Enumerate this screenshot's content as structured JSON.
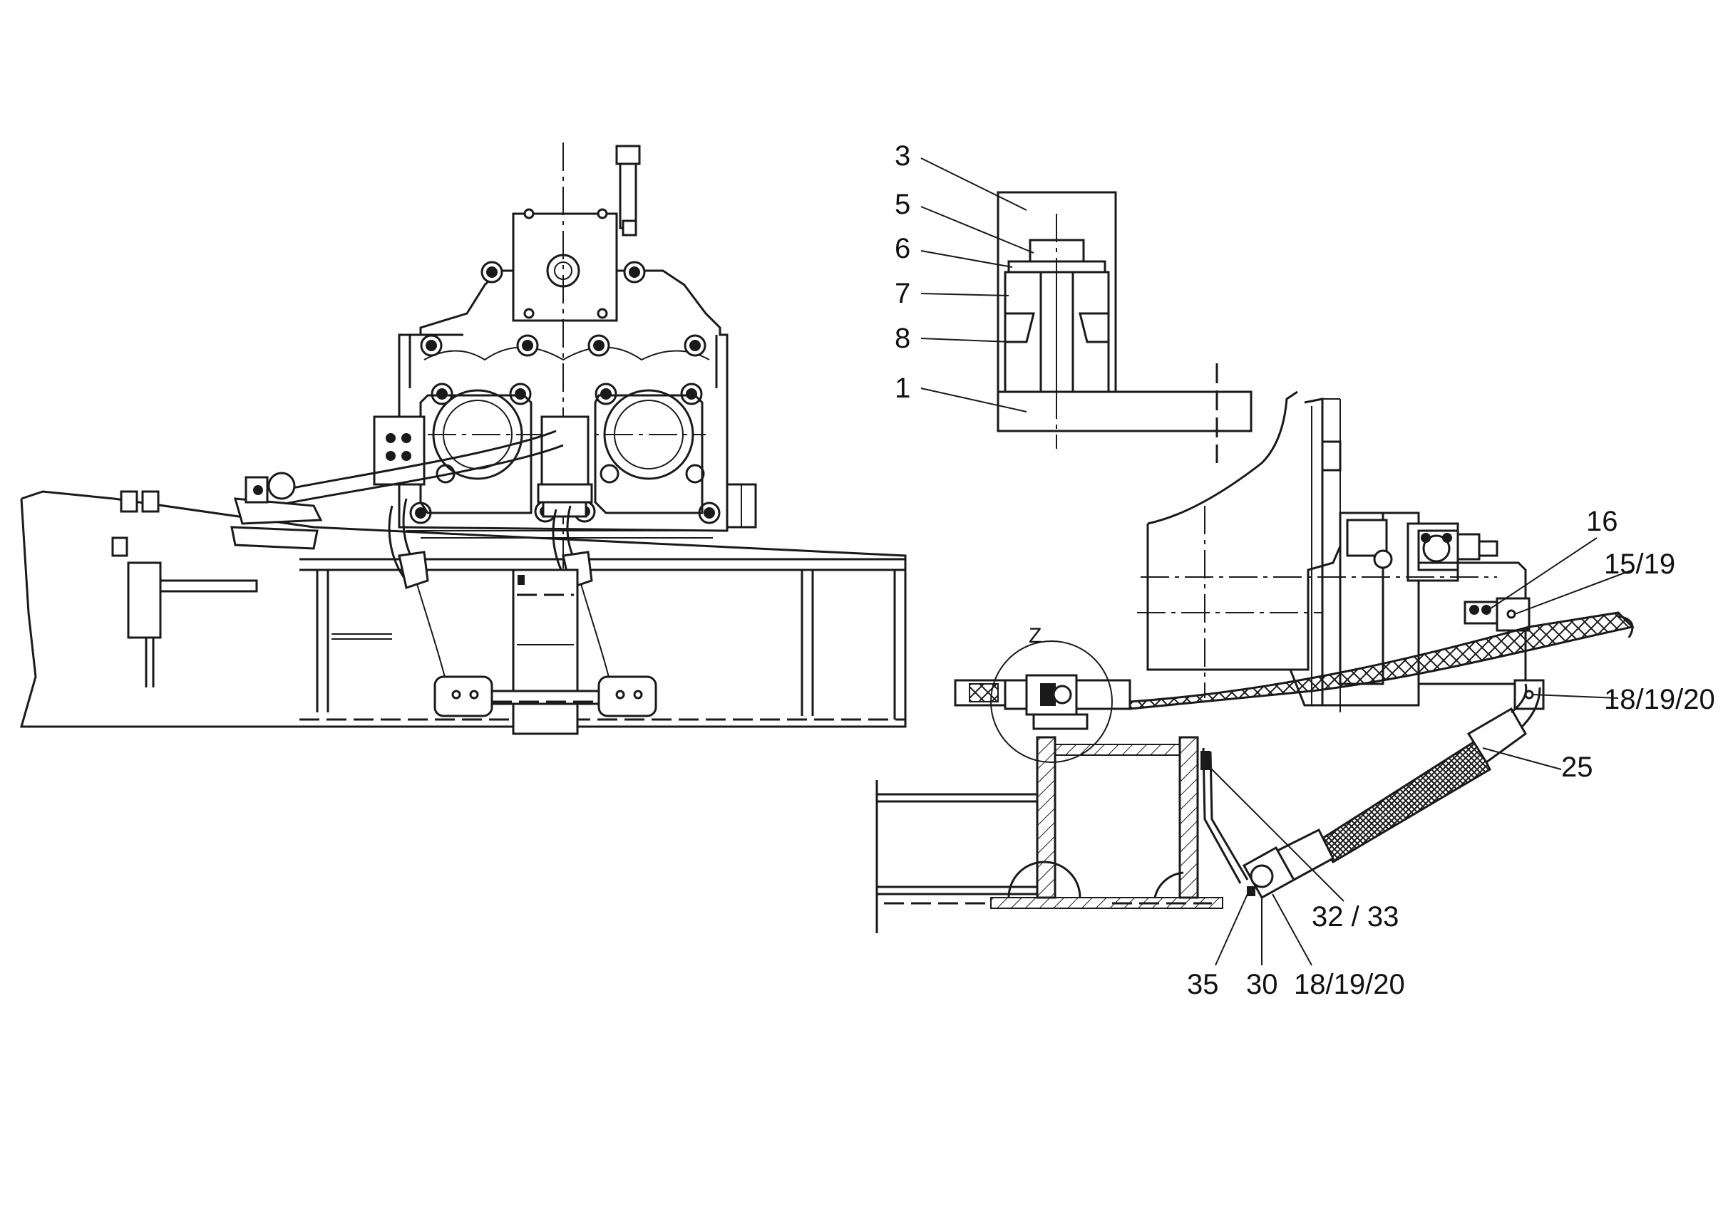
{
  "callouts": {
    "c3": "3",
    "c5": "5",
    "c6": "6",
    "c7": "7",
    "c8": "8",
    "c1": "1",
    "c16": "16",
    "c15_19": "15/19",
    "c18_19_20_a": "18/19/20",
    "c25": "25",
    "c32_33": "32 /  33",
    "c35": "35",
    "c30": "30",
    "c18_19_20_b": "18/19/20",
    "z": "Z"
  },
  "colors": {
    "line": "#1a1a1a",
    "background": "#ffffff"
  }
}
